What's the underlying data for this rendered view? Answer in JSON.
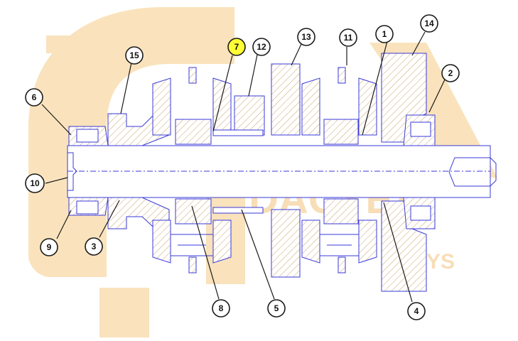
{
  "watermark": {
    "line1": "DACYEA",
    "line2": "YS",
    "color": "#f8d9a6"
  },
  "diagram": {
    "line_color": "#3a3ad8",
    "highlight_color": "#ffff33",
    "callouts": [
      {
        "id": "c1",
        "label": "1",
        "highlight": false
      },
      {
        "id": "c2",
        "label": "2",
        "highlight": false
      },
      {
        "id": "c3",
        "label": "3",
        "highlight": false
      },
      {
        "id": "c4",
        "label": "4",
        "highlight": false
      },
      {
        "id": "c5",
        "label": "5",
        "highlight": false
      },
      {
        "id": "c6",
        "label": "6",
        "highlight": false
      },
      {
        "id": "c7",
        "label": "7",
        "highlight": true
      },
      {
        "id": "c8",
        "label": "8",
        "highlight": false
      },
      {
        "id": "c9",
        "label": "9",
        "highlight": false
      },
      {
        "id": "c10",
        "label": "10",
        "highlight": false
      },
      {
        "id": "c11",
        "label": "11",
        "highlight": false
      },
      {
        "id": "c12",
        "label": "12",
        "highlight": false
      },
      {
        "id": "c13",
        "label": "13",
        "highlight": false
      },
      {
        "id": "c14",
        "label": "14",
        "highlight": false
      },
      {
        "id": "c15",
        "label": "15",
        "highlight": false
      }
    ]
  }
}
